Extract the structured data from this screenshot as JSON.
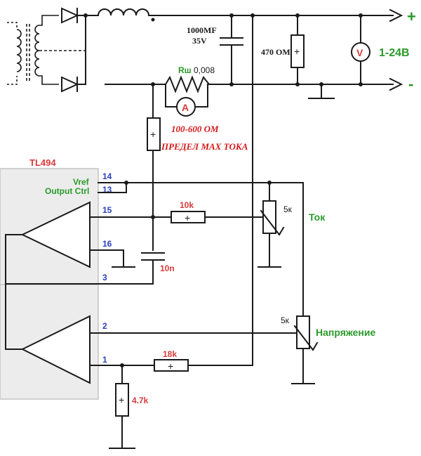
{
  "chip": {
    "name": "TL494",
    "vref": "Vref",
    "output_ctrl": "Output Ctrl"
  },
  "pins": {
    "p14": "14",
    "p13": "13",
    "p15": "15",
    "p16": "16",
    "p3": "3",
    "p2": "2",
    "p1": "1"
  },
  "components": {
    "capacitor": "1000MF",
    "capacitor_voltage": "35V",
    "load_resistor": "470 OM",
    "shunt_name": "Rш",
    "shunt_value": "0,008",
    "ammeter": "A",
    "voltmeter": "V",
    "limit_resistor_value": "100-600 OM",
    "limit_resistor_note": "ПРЕДЕЛ MAX ТОКА",
    "r_10k": "10k",
    "c_10n": "10n",
    "r_18k": "18k",
    "r_4k7": "4.7k",
    "pot_current_value": "5к",
    "pot_voltage_value": "5к",
    "resistor_symbol": "+"
  },
  "labels": {
    "current": "Ток",
    "voltage": "Напряжение",
    "output_range": "1-24В",
    "plus": "+",
    "minus": "-"
  },
  "colors": {
    "wire": "#1a1a1a",
    "pin": "#2b3fbf",
    "green": "#2a9a2a",
    "red": "#d93a3a",
    "chip": "#ececec"
  }
}
